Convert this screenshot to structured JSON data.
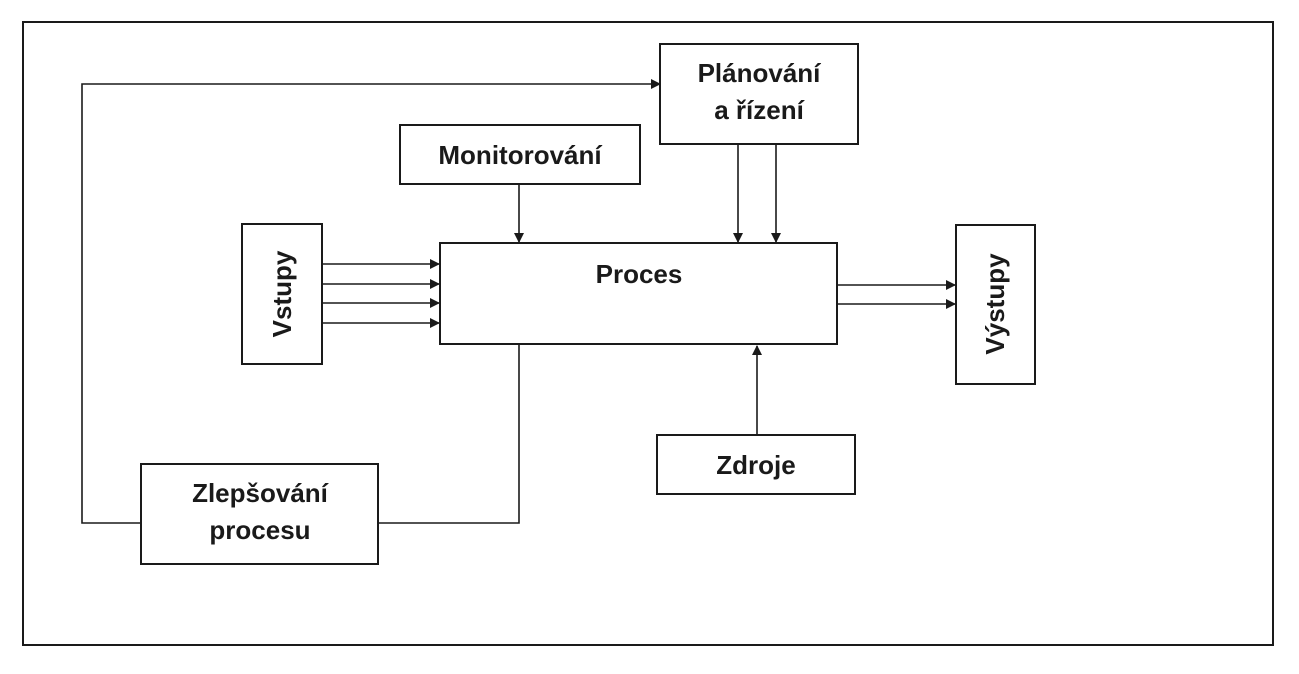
{
  "diagram": {
    "nodes": {
      "planning": {
        "line1": "Plánování",
        "line2": "a řízení"
      },
      "monitoring": {
        "label": "Monitorování"
      },
      "inputs": {
        "label": "Vstupy"
      },
      "process": {
        "label": "Proces"
      },
      "outputs": {
        "label": "Výstupy"
      },
      "resources": {
        "label": "Zdroje"
      },
      "improvement": {
        "line1": "Zlepšování",
        "line2": "procesu"
      }
    },
    "edges": [
      {
        "from": "improvement",
        "to": "planning",
        "count": 1
      },
      {
        "from": "monitoring",
        "to": "process",
        "count": 1
      },
      {
        "from": "planning",
        "to": "process",
        "count": 2
      },
      {
        "from": "inputs",
        "to": "process",
        "count": 4
      },
      {
        "from": "process",
        "to": "outputs",
        "count": 2
      },
      {
        "from": "resources",
        "to": "process",
        "count": 1
      },
      {
        "from": "process",
        "to": "improvement",
        "count": 1
      }
    ],
    "colors": {
      "stroke": "#1a1a1a",
      "background": "#ffffff"
    }
  }
}
